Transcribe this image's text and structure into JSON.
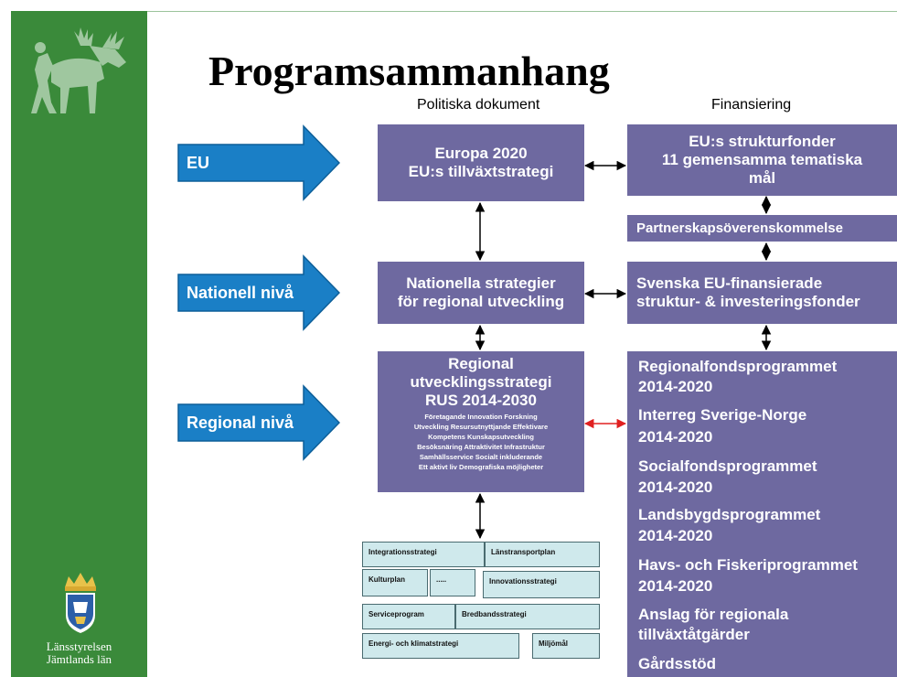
{
  "slide": {
    "title": "Programsammanhang",
    "organization": [
      "Länsstyrelsen",
      "Jämtlands län"
    ],
    "column_headers": {
      "left": "Politiska dokument",
      "right": "Finansiering"
    },
    "levels": [
      {
        "label": "EU"
      },
      {
        "label": "Nationell nivå"
      },
      {
        "label": "Regional nivå"
      }
    ],
    "policy": {
      "eu": [
        "Europa 2020",
        "EU:s tillväxtstrategi"
      ],
      "national": [
        "Nationella strategier",
        "för regional utveckling"
      ],
      "regional": {
        "lines": [
          "Regional",
          "utvecklingsstrategi",
          "RUS 2014-2030"
        ],
        "keywords": [
          "Företagande  Innovation  Forskning",
          "Utveckling  Resursutnyttjande  Effektivare",
          "Kompetens  Kunskapsutveckling",
          "Besöksnäring  Attraktivitet  Infrastruktur",
          "Samhällsservice   Socialt  inkluderande",
          "Ett aktivt liv  Demografiska  möjligheter"
        ]
      }
    },
    "funding": {
      "structural_funds": [
        "EU:s strukturfonder",
        "11 gemensamma tematiska",
        "mål"
      ],
      "partnership": "Partnerskapsöverenskommelse",
      "swedish_funds": [
        "Svenska EU-finansierade",
        "struktur- & investeringsfonder"
      ],
      "programmes": [
        "Regionalfondsprogrammet",
        "2014-2020",
        "Interreg Sverige-Norge",
        "2014-2020",
        "Socialfondsprogrammet",
        "2014-2020",
        "Landsbygdsprogrammet",
        "2014-2020",
        "Havs- och Fiskeriprogrammet",
        "2014-2020",
        "Anslag för regionala",
        "tillväxtåtgärder",
        "Gårdsstöd"
      ]
    },
    "strategies": [
      "Integrationsstrategi",
      "Länstransportplan",
      "Kulturplan",
      ".....",
      "Innovationsstrategi",
      "Serviceprogram",
      "Bredbandsstrategi",
      "Energi- och klimatstrategi",
      "Miljömål"
    ],
    "colors": {
      "sidebar": "#3a8a3a",
      "box": "#6e69a0",
      "arrow": "#1a7fc6",
      "strategy_box": "#cfe9ec",
      "highlight_connector": "#e02020"
    }
  }
}
